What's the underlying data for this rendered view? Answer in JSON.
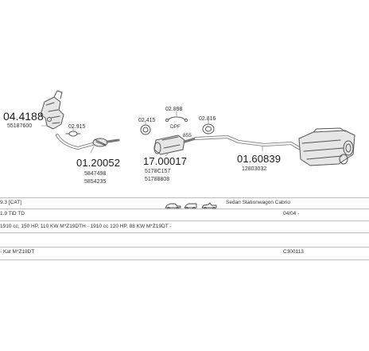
{
  "parts": {
    "p1": {
      "number": "04.4188",
      "ref": "55187600"
    },
    "p2": {
      "number": "02.915"
    },
    "p3": {
      "number": "01.20052",
      "ref1": "5847498",
      "ref2": "5854235"
    },
    "p4": {
      "number": "02.415"
    },
    "p5": {
      "number": "02.898"
    },
    "p6": {
      "number": "02.816"
    },
    "p7": {
      "number": "17.00017",
      "ref1": "5178C157",
      "ref2": "51788808",
      "label": "DPF",
      "size": "855"
    },
    "p8": {
      "number": "01.60839",
      "ref": "12803032"
    }
  },
  "table": {
    "row1": {
      "left": "9.3 [CAT]",
      "middle": "Sedan Stationwagon Cabrio"
    },
    "row2": {
      "left": "1.9 TiD TD",
      "right": "04/04 -"
    },
    "row3": {
      "left": "1910 cc, 150 HP, 110 KW M*Z19DTH - 1910 cc 120 HP, 88 KW M*Z19DT -"
    },
    "row4": {
      "left": "- Kat M*Z19DT",
      "right": "C300113"
    }
  },
  "colors": {
    "line": "#555555",
    "rule": "#bdbdbd",
    "fill": "#e6e6e6"
  }
}
